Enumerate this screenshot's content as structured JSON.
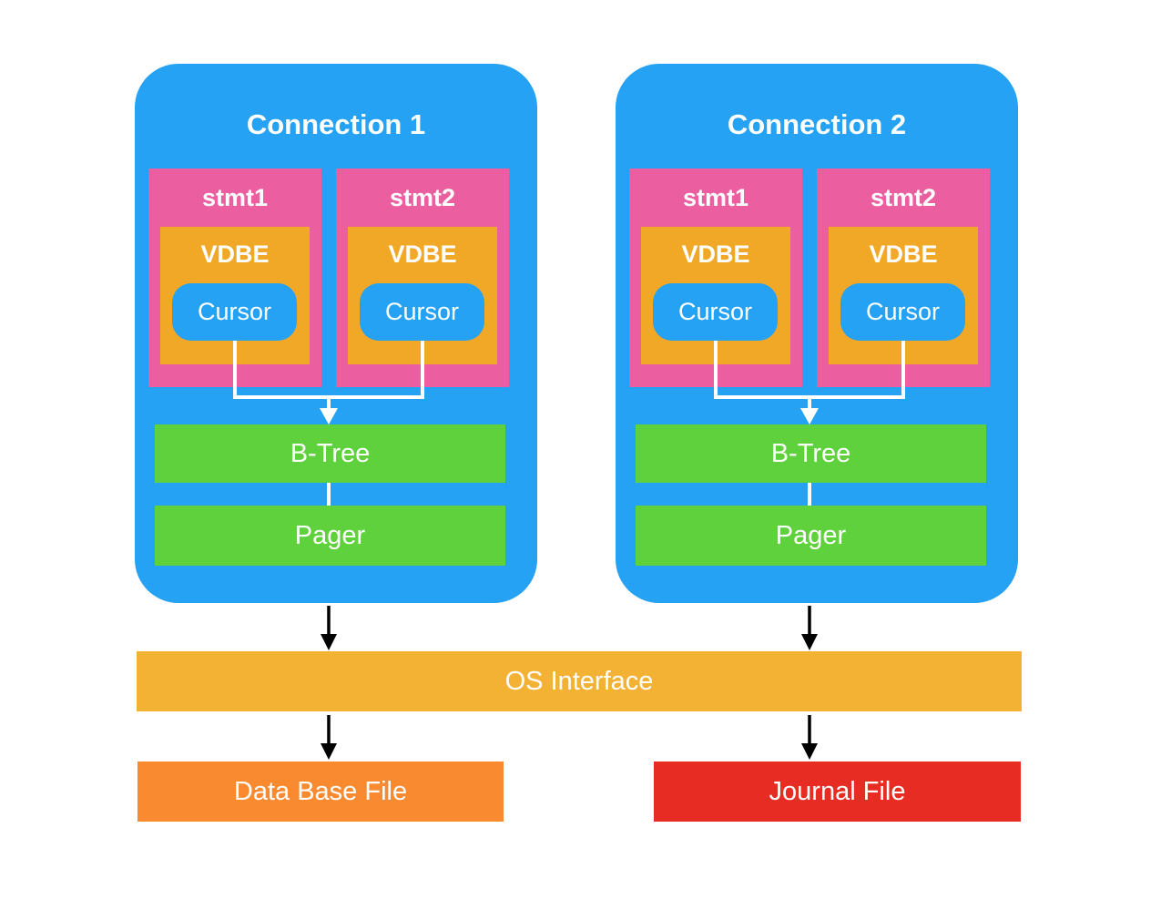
{
  "colors": {
    "connection-blue": "#25a2f3",
    "statement-pink": "#eb5e9f",
    "vdbe-amber": "#f2a827",
    "cursor-blue": "#25a2f3",
    "tree-green": "#5ed13d",
    "os-amber": "#f3b233",
    "db-orange": "#f98a30",
    "journal-red": "#e62c23",
    "arrow-black": "#000000",
    "line-white": "#ffffff"
  },
  "connections": [
    {
      "title": "Connection 1",
      "statements": [
        {
          "label": "stmt1",
          "vdbe": "VDBE",
          "cursor": "Cursor"
        },
        {
          "label": "stmt2",
          "vdbe": "VDBE",
          "cursor": "Cursor"
        }
      ],
      "btree": "B-Tree",
      "pager": "Pager"
    },
    {
      "title": "Connection 2",
      "statements": [
        {
          "label": "stmt1",
          "vdbe": "VDBE",
          "cursor": "Cursor"
        },
        {
          "label": "stmt2",
          "vdbe": "VDBE",
          "cursor": "Cursor"
        }
      ],
      "btree": "B-Tree",
      "pager": "Pager"
    }
  ],
  "footer": {
    "os_interface": "OS Interface",
    "database_file": "Data Base File",
    "journal_file": "Journal File"
  }
}
